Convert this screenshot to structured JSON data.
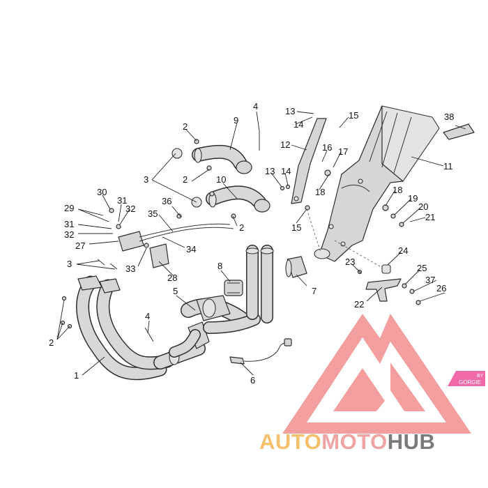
{
  "diagram": {
    "callouts": [
      "1",
      "2",
      "2",
      "2",
      "2",
      "3",
      "3",
      "4",
      "4",
      "5",
      "6",
      "7",
      "8",
      "9",
      "10",
      "11",
      "12",
      "13",
      "13",
      "14",
      "14",
      "15",
      "15",
      "16",
      "17",
      "18",
      "18",
      "19",
      "20",
      "21",
      "22",
      "23",
      "24",
      "25",
      "26",
      "27",
      "28",
      "29",
      "30",
      "31",
      "31",
      "32",
      "32",
      "33",
      "34",
      "35",
      "36",
      "37",
      "38"
    ]
  },
  "watermark": {
    "part1": "AUTO",
    "part2": "MOTO",
    "part3": "HUB",
    "badge_line1": "BY",
    "badge_line2": "GORGIE",
    "colors": {
      "auto": "#f4c06d",
      "moto": "#f0a3a3",
      "hub": "#7a7a7a",
      "logo": "#f08080"
    }
  }
}
